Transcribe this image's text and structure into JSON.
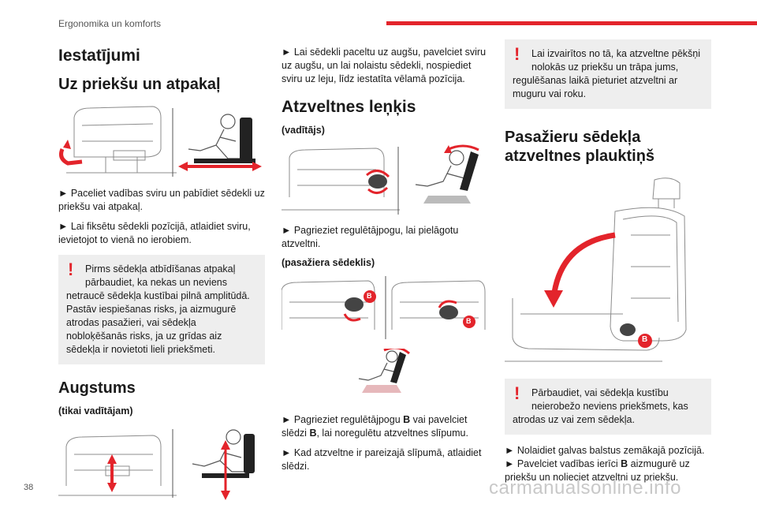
{
  "header": {
    "section": "Ergonomika un komforts"
  },
  "page_number": "38",
  "watermark": "carmanualsonline.info",
  "col1": {
    "title": "Iestatījumi",
    "section1_title": "Uz priekšu un atpakaļ",
    "section1_steps": [
      "► Paceliet vadības sviru un pabīdiet sēdekli uz priekšu vai atpakaļ.",
      "► Lai fiksētu sēdekli pozīcijā, atlaidiet sviru, ievietojot to vienā no ierobiem."
    ],
    "warning1": {
      "first": "Pirms sēdekļa atbīdīšanas atpakaļ pārbaudiet, ka nekas un neviens",
      "rest": "netraucē sēdekļa kustībai pilnā amplitūdā. Pastāv iespiešanas risks, ja aizmugurē atrodas pasažieri, vai sēdekļa nobloķēšanās risks, ja uz grīdas aiz sēdekļa ir novietoti lieli priekšmeti."
    },
    "section2_title": "Augstums",
    "section2_sub": "(tikai vadītājam)"
  },
  "col2": {
    "intro": "► Lai sēdekli paceltu uz augšu, pavelciet sviru uz augšu, un lai nolaistu sēdekli, nospiediet sviru uz leju, līdz iestatīta vēlamā pozīcija.",
    "section_title": "Atzveltnes leņķis",
    "driver_sub": "(vadītājs)",
    "driver_step": "► Pagrieziet regulētājpogu, lai pielāgotu atzveltni.",
    "passenger_sub": "(pasažiera sēdeklis)",
    "label_b": "B",
    "steps_a_pre": "► Pagrieziet regulētājpogu ",
    "steps_a_mid": " vai pavelciet slēdzi ",
    "steps_a_post": ", lai noregulētu atzveltnes slīpumu.",
    "steps_b": "► Kad atzveltne ir pareizajā slīpumā, atlaidiet slēdzi."
  },
  "col3": {
    "warning_top": {
      "first": "Lai izvairītos no tā, ka atzveltne pēkšņi nolokās uz priekšu un trāpa jums,",
      "rest": "regulēšanas laikā pieturiet atzveltni ar muguru vai roku."
    },
    "section_title": "Pasažieru sēdekļa atzveltnes plauktiņš",
    "label_b": "B",
    "warning2": {
      "first": "Pārbaudiet, vai sēdekļa kustību neierobežo neviens priekšmets, kas",
      "rest": "atrodas uz vai zem sēdekļa."
    },
    "step1": "► Nolaidiet galvas balstus zemākajā pozīcijā.",
    "step2_pre": "► Pavelciet vadības ierīci ",
    "step2_post": " aizmugurē uz priekšu un nolieciet atzveltni uz priekšu."
  },
  "colors": {
    "accent": "#e3242b",
    "warning_bg": "#eeeeee"
  }
}
